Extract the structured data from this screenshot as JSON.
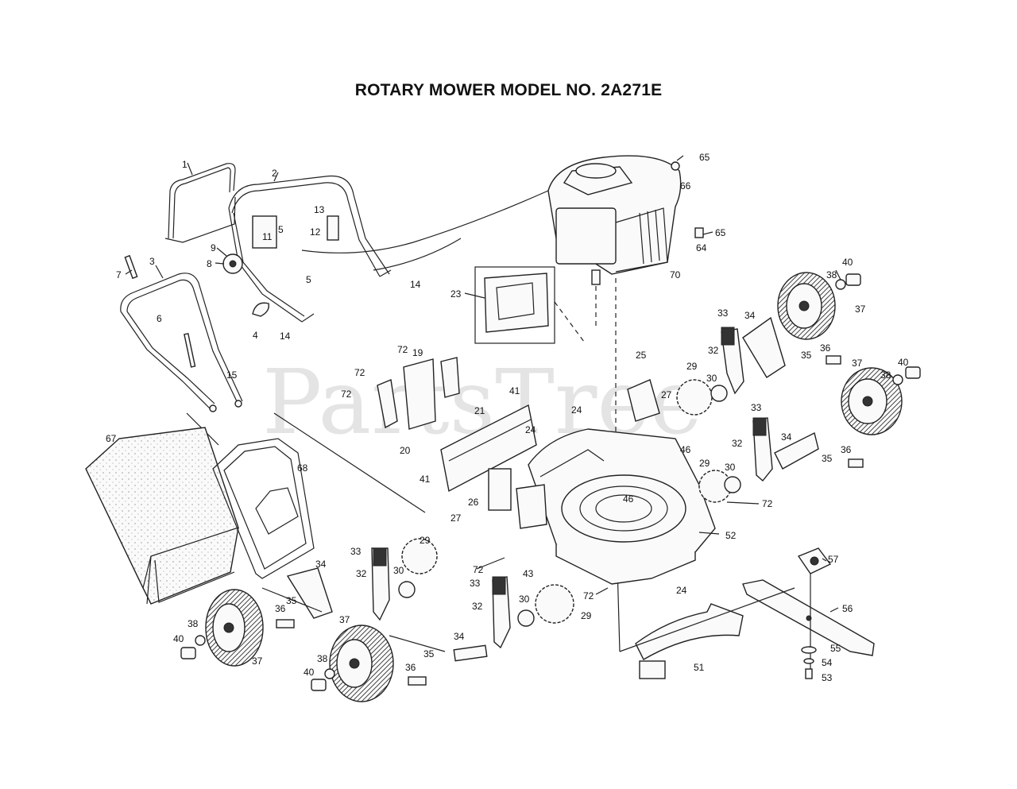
{
  "diagram": {
    "title": "ROTARY MOWER MODEL NO. 2A271E",
    "watermark": "PartsTree",
    "watermark_tm": "™"
  },
  "callouts": [
    "1",
    "2",
    "3",
    "4",
    "5",
    "5",
    "6",
    "7",
    "8",
    "9",
    "11",
    "12",
    "13",
    "14",
    "14",
    "15",
    "19",
    "20",
    "21",
    "23",
    "24",
    "24",
    "24",
    "25",
    "26",
    "27",
    "27",
    "29",
    "29",
    "29",
    "29",
    "30",
    "30",
    "30",
    "30",
    "32",
    "32",
    "32",
    "32",
    "33",
    "33",
    "33",
    "33",
    "34",
    "34",
    "34",
    "34",
    "35",
    "35",
    "35",
    "35",
    "36",
    "36",
    "36",
    "36",
    "37",
    "37",
    "37",
    "37",
    "38",
    "38",
    "38",
    "38",
    "40",
    "40",
    "40",
    "40",
    "41",
    "41",
    "43",
    "46",
    "46",
    "51",
    "52",
    "53",
    "54",
    "55",
    "56",
    "57",
    "64",
    "65",
    "65",
    "66",
    "67",
    "68",
    "70",
    "72",
    "72",
    "72",
    "72",
    "72",
    "72"
  ]
}
